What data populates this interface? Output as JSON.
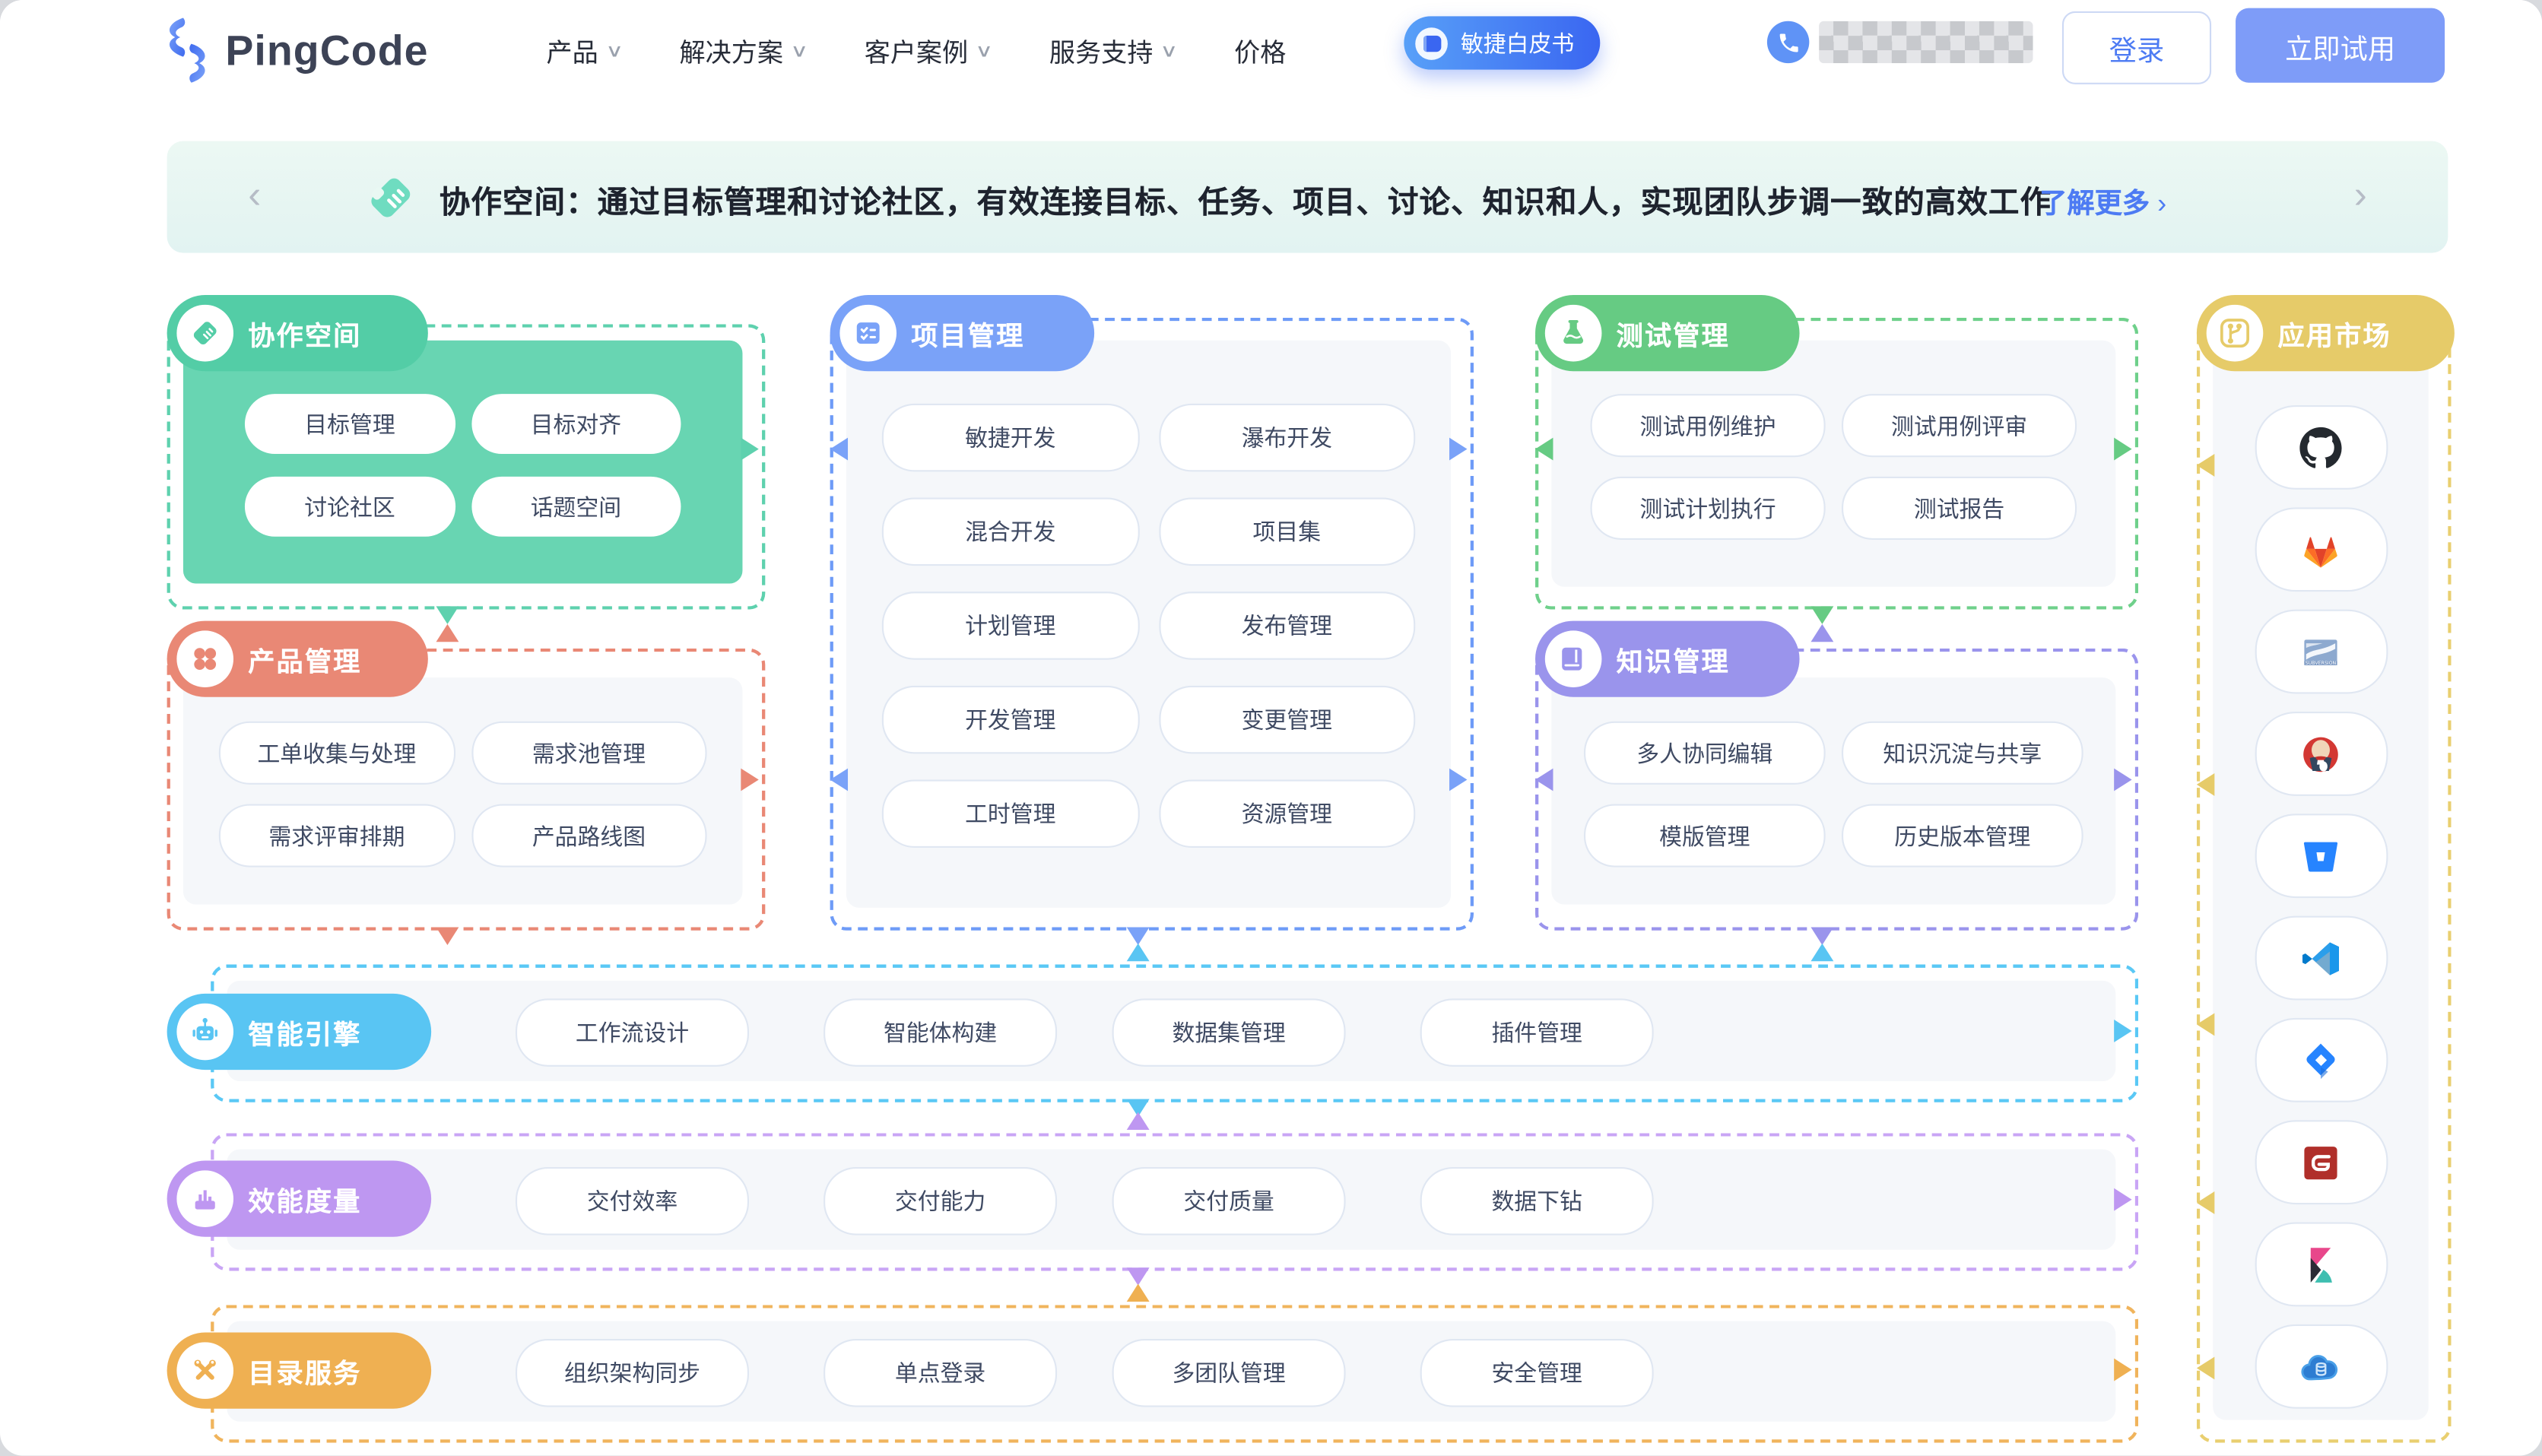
{
  "navbar": {
    "logo_text": "PingCode",
    "menu": [
      {
        "label": "产品",
        "has_dropdown": true
      },
      {
        "label": "解决方案",
        "has_dropdown": true
      },
      {
        "label": "客户案例",
        "has_dropdown": true
      },
      {
        "label": "服务支持",
        "has_dropdown": true
      },
      {
        "label": "价格",
        "has_dropdown": false
      }
    ],
    "whitepaper_badge": "敏捷白皮书",
    "login_label": "登录",
    "try_label": "立即试用"
  },
  "banner": {
    "text": "协作空间：通过目标管理和讨论社区，有效连接目标、任务、项目、讨论、知识和人，实现团队步调一致的高效工作",
    "link_label": "了解更多",
    "link_arrow": "›",
    "prev_arrow": "‹",
    "next_arrow": "›"
  },
  "diagram": {
    "collaboration": {
      "title": "协作空间",
      "items": [
        "目标管理",
        "目标对齐",
        "讨论社区",
        "话题空间"
      ]
    },
    "product": {
      "title": "产品管理",
      "items": [
        "工单收集与处理",
        "需求池管理",
        "需求评审排期",
        "产品路线图"
      ]
    },
    "project": {
      "title": "项目管理",
      "items": [
        "敏捷开发",
        "瀑布开发",
        "混合开发",
        "项目集",
        "计划管理",
        "发布管理",
        "开发管理",
        "变更管理",
        "工时管理",
        "资源管理"
      ]
    },
    "test": {
      "title": "测试管理",
      "items": [
        "测试用例维护",
        "测试用例评审",
        "测试计划执行",
        "测试报告"
      ]
    },
    "knowledge": {
      "title": "知识管理",
      "items": [
        "多人协同编辑",
        "知识沉淀与共享",
        "模版管理",
        "历史版本管理"
      ]
    },
    "ai_engine": {
      "title": "智能引擎",
      "items": [
        "工作流设计",
        "智能体构建",
        "数据集管理",
        "插件管理"
      ]
    },
    "metrics": {
      "title": "效能度量",
      "items": [
        "交付效率",
        "交付能力",
        "交付质量",
        "数据下钻"
      ]
    },
    "directory": {
      "title": "目录服务",
      "items": [
        "组织架构同步",
        "单点登录",
        "多团队管理",
        "安全管理"
      ]
    },
    "marketplace": {
      "title": "应用市场",
      "apps": [
        "github",
        "gitlab",
        "subversion",
        "jenkins",
        "bitbucket",
        "vscode",
        "jira",
        "gitee",
        "kibana",
        "cloud-database"
      ]
    }
  },
  "colors": {
    "teal": "#5ed1ae",
    "teal_fill": "#68d5b2",
    "salmon": "#e98875",
    "blue": "#7aa2f8",
    "green": "#66cb83",
    "periwinkle": "#9a94ec",
    "cyan": "#59c5f3",
    "purple": "#be97f1",
    "orange": "#efb052",
    "yellow": "#e6cb69",
    "link_blue": "#4d7bf3",
    "primary_button": "#7e9cf8"
  }
}
